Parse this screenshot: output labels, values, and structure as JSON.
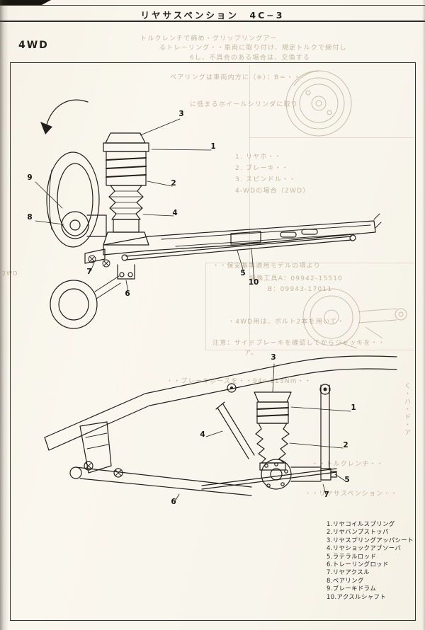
{
  "page": {
    "header_title": "リヤサスペンション　4C−3",
    "section_label": "4WD"
  },
  "colors": {
    "paper": "#f8f5ec",
    "ink": "#1f1d18",
    "ghost": "#947c56"
  },
  "callouts": {
    "top": [
      "3",
      "1",
      "2",
      "4",
      "9",
      "8",
      "6",
      "7",
      "5",
      "10"
    ],
    "bottom": [
      "3",
      "1",
      "2",
      "4",
      "5",
      "7",
      "6"
    ]
  },
  "legend": {
    "items": [
      "1.リヤコイルスプリング",
      "2.リヤバンプストッパ",
      "3.リヤスプリングアッパシート",
      "4.リヤショックアブソーバ",
      "5.ラテラルロッド",
      "6.トレーリングロッド",
      "7.リヤアクスル",
      "8.ベアリング",
      "9.ブレーキドラム",
      "10.アクスルシャフト"
    ]
  },
  "bleedthrough": {
    "lines": [
      "トルクレンチで締め・グリップリングアー",
      "るトレーリング・・車両に取り付け、規定トルクで締付し",
      "6し、不具合のある場合は、交換する",
      "ベアリングは車両内方に（※）：B＝・・",
      "に低まるホイールシリンダに取り",
      "1. リヤホ・・",
      "2. ブレーキ・・",
      "3. スピンドル・・",
      "4-WDの場合（2WD）",
      "・・保安基準適用モデルの項より",
      "特殊工具A：09942-15510",
      "B：09943-17011",
      "・4WD用は、ボルト2本を用いて・",
      "注意：サイドブレーキを確認してからジャッキを・・",
      "ア。",
      "・・ブレーキホースを・・94～113Nm・・",
      "2WD",
      "・・トルクレンチ・・",
      "・・リヤサスペンション・・",
      "く・ハ・ド・ア"
    ]
  }
}
